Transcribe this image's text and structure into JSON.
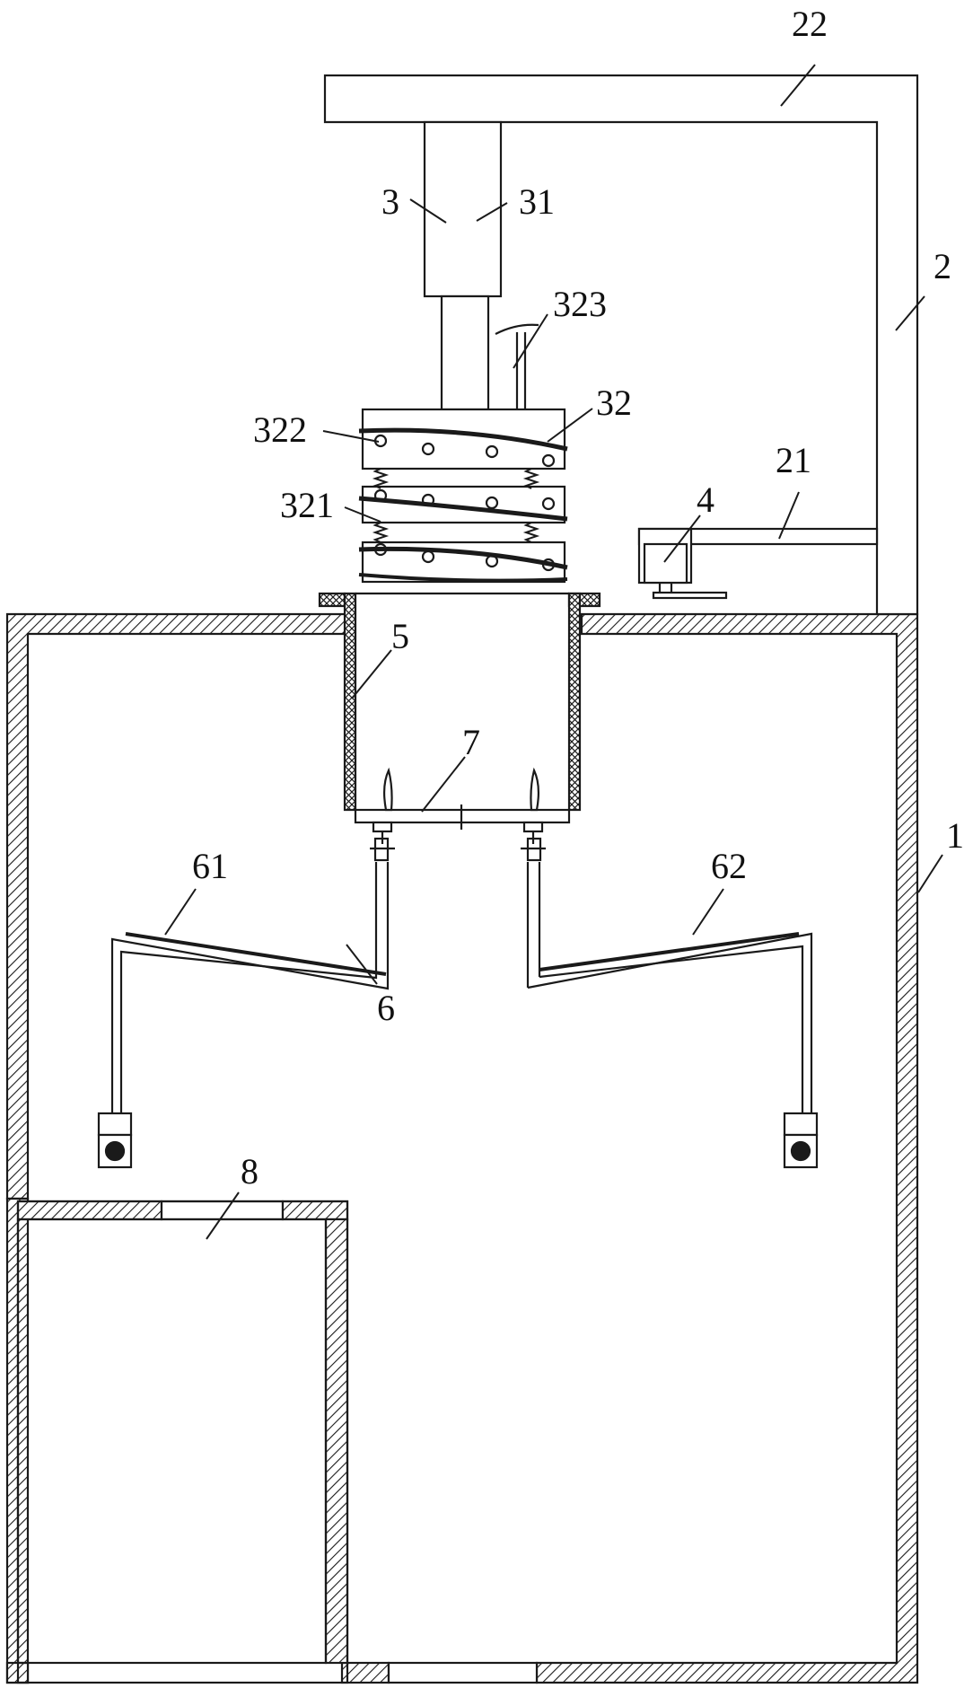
{
  "colors": {
    "stroke": "#1a1a1a",
    "background": "#ffffff",
    "hatch": "#1a1a1a"
  },
  "labels": {
    "n22": "22",
    "n2": "2",
    "n3": "3",
    "n31": "31",
    "n323": "323",
    "n32": "32",
    "n322": "322",
    "n321": "321",
    "n21": "21",
    "n4": "4",
    "n5": "5",
    "n7": "7",
    "n1": "1",
    "n61": "61",
    "n62": "62",
    "n6": "6",
    "n8": "8"
  }
}
